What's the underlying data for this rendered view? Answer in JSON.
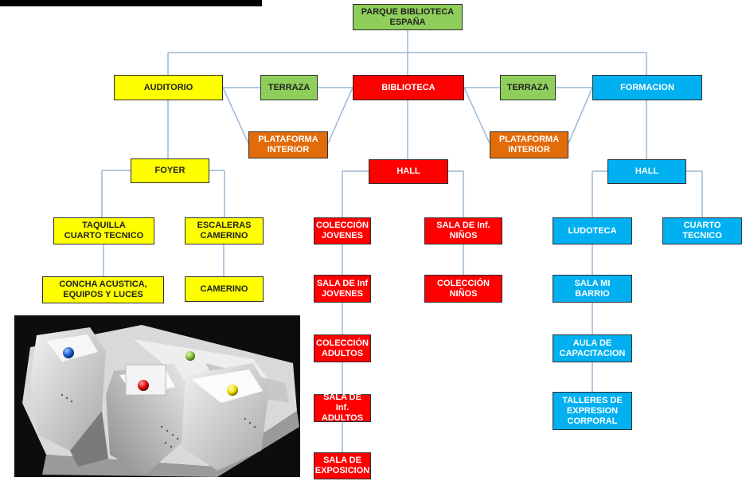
{
  "colors": {
    "root": "#8fce5a",
    "terraza": "#8fce5a",
    "auditorio": "#ffff00",
    "biblioteca": "#ff0000",
    "plataforma": "#e36c0a",
    "formacion": "#00b0f0",
    "connector": "#9bb7d4"
  },
  "diagram": {
    "root": "PARQUE BIBLIOTECA\nESPAÑA",
    "auditorio": {
      "label": "AUDITORIO",
      "foyer": "FOYER",
      "taquilla": "TAQUILLA\nCUARTO TECNICO",
      "concha": "CONCHA ACUSTICA,\nEQUIPOS Y LUCES",
      "escaleras": "ESCALERAS\nCAMERINO",
      "camerino": "CAMERINO"
    },
    "terraza_left": "TERRAZA",
    "terraza_right": "TERRAZA",
    "plataforma_left": "PLATAFORMA\nINTERIOR",
    "plataforma_right": "PLATAFORMA\nINTERIOR",
    "biblioteca": {
      "label": "BIBLIOTECA",
      "hall": "HALL",
      "left_column": [
        "COLECCIÓN\nJOVENES",
        "SALA DE Inf\nJOVENES",
        "COLECCIÓN\nADULTOS",
        "SALA DE Inf.\nADULTOS",
        "SALA DE\nEXPOSICION"
      ],
      "right_column": [
        "SALA DE Inf.\nNIÑOS",
        "COLECCIÓN\nNIÑOS"
      ]
    },
    "formacion": {
      "label": "FORMACION",
      "hall": "HALL",
      "column": [
        "LUDOTECA",
        "SALA MI\nBARRIO",
        "AULA DE\nCAPACITACION",
        "TALLERES DE\nEXPRESION\nCORPORAL"
      ],
      "cuarto": "CUARTO\nTECNICO"
    }
  },
  "photo": {
    "markers": [
      "blue",
      "green",
      "red",
      "yellow"
    ],
    "marker_colors": {
      "blue": "#1f5fd0",
      "green": "#7fbf3a",
      "red": "#e01010",
      "yellow": "#f2e200"
    }
  }
}
